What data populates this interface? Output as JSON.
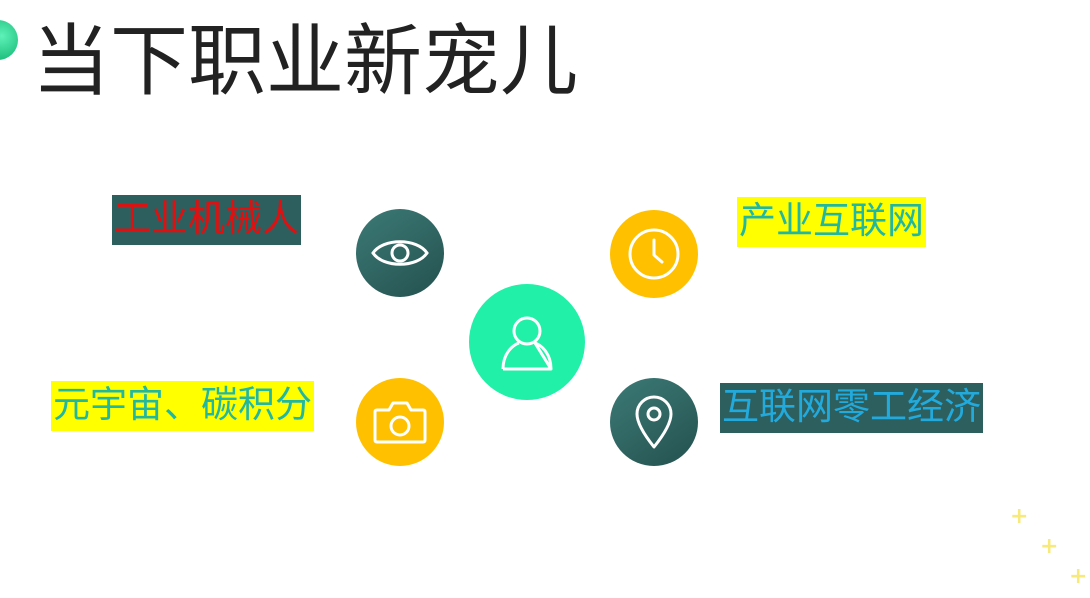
{
  "title": "当下职业新宠儿",
  "labels": {
    "top_left": "工业机械人",
    "top_right": "产业互联网",
    "bottom_left": "元宇宙、碳积分",
    "bottom_right": "互联网零工经济"
  },
  "icons": {
    "eye": "eye-icon",
    "clock": "clock-icon",
    "user": "user-icon",
    "camera": "camera-icon",
    "pin": "location-pin-icon"
  },
  "colors": {
    "dark_teal": "#2d5f5f",
    "yellow": "#ffc000",
    "mint": "#21f0a8",
    "highlight_yellow": "#ffff00",
    "red_text": "#e01010",
    "teal_text": "#22b8a0",
    "blue_text": "#22aadd"
  }
}
